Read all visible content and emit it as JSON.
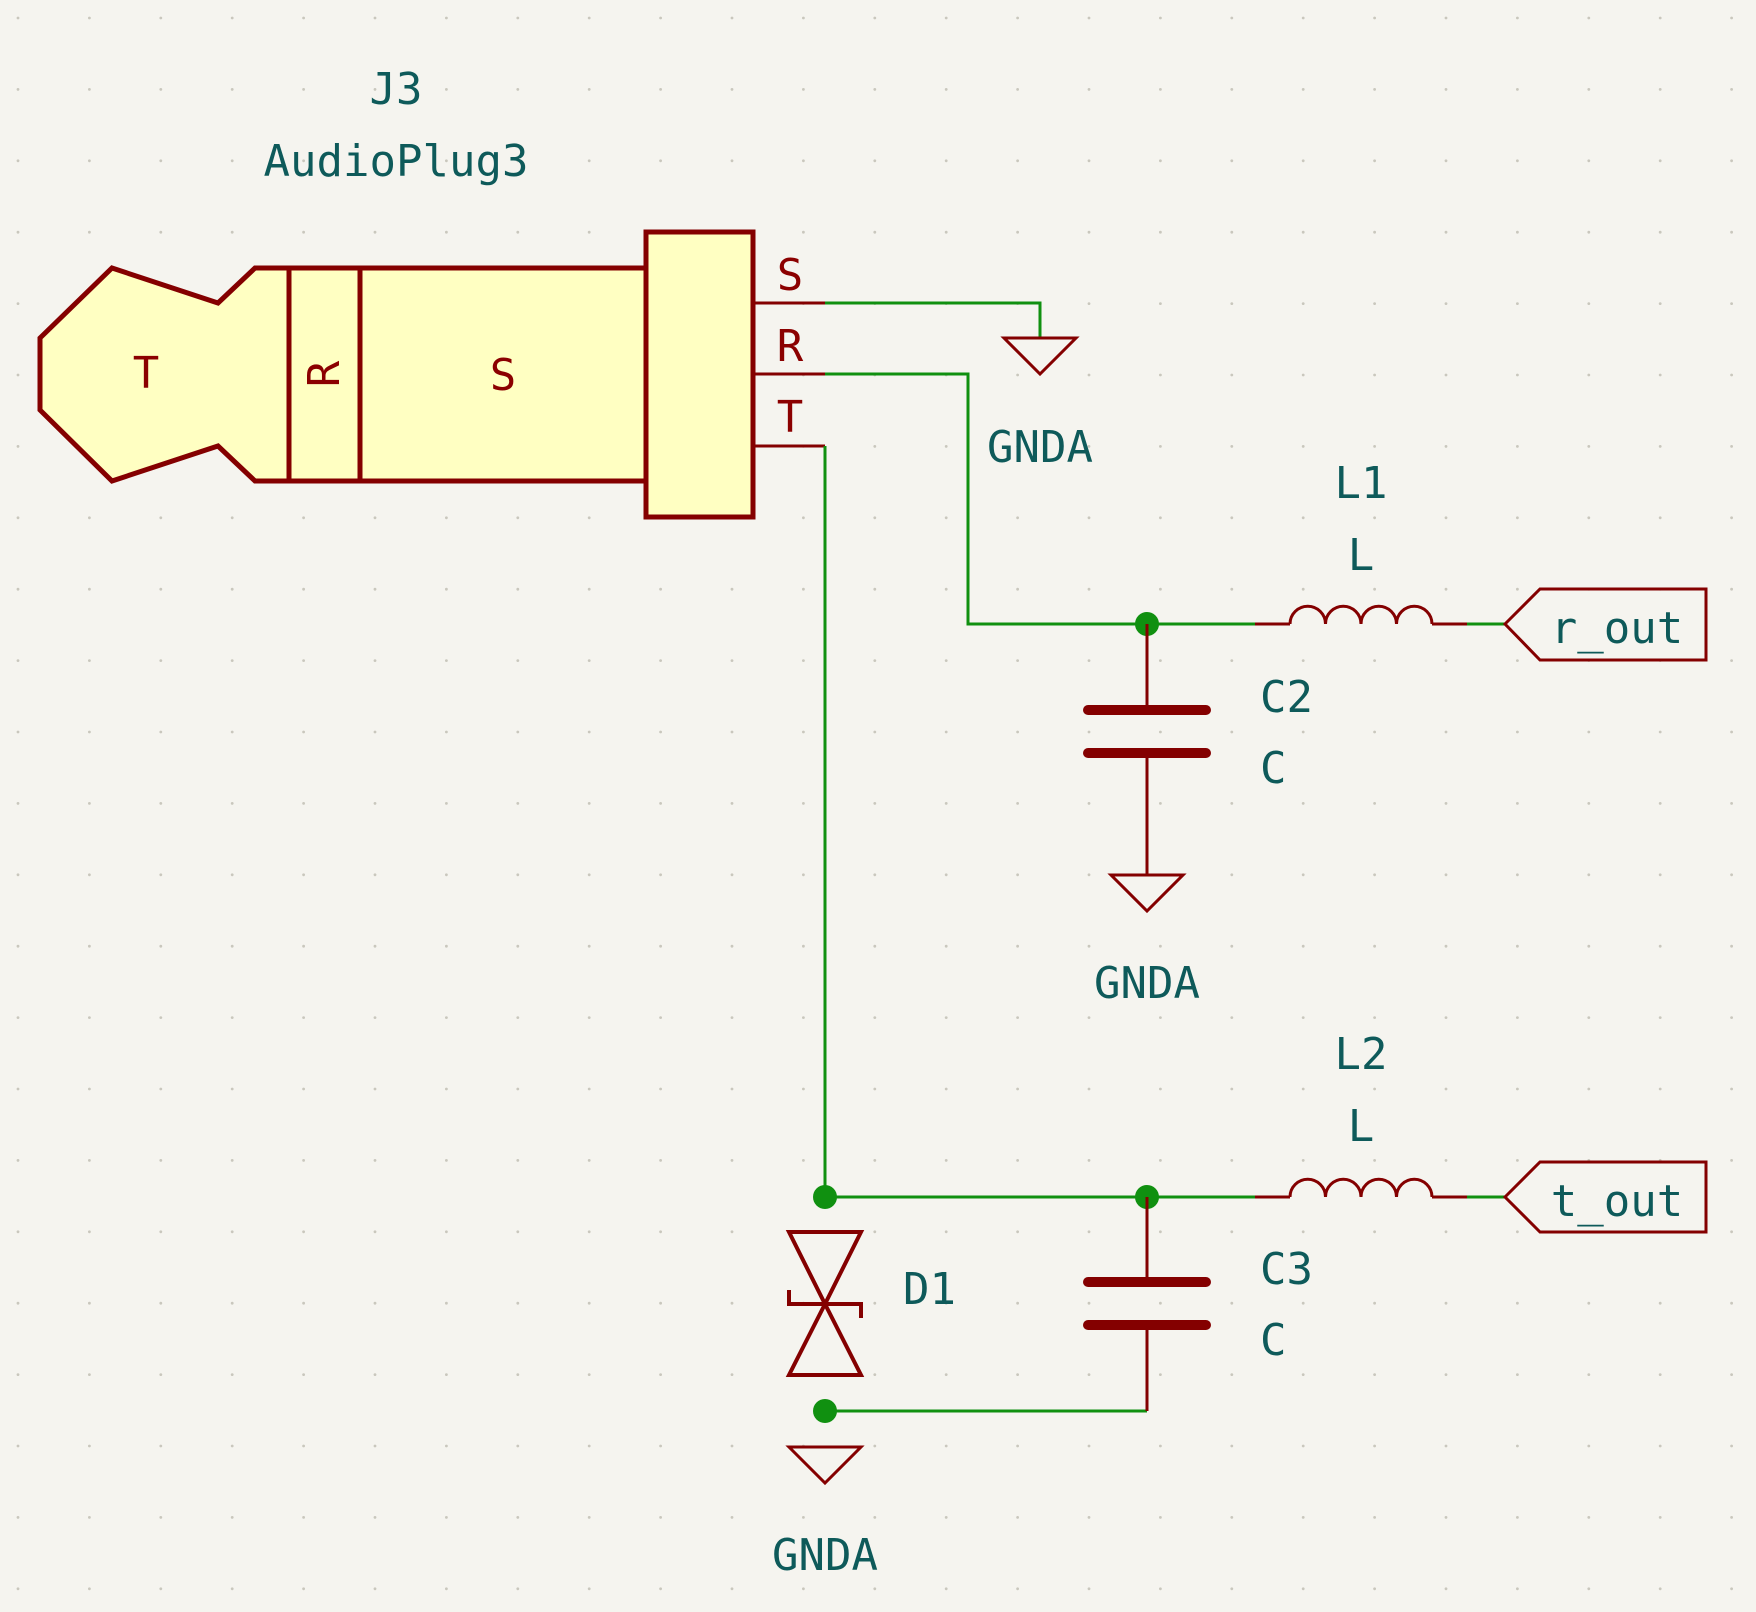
{
  "colors": {
    "background": "#f5f4ef",
    "wire": "#109010",
    "component": "#840000",
    "component_fill": "#ffffc2",
    "label_text": "#0e5a5a",
    "pin_text": "#8b0000"
  },
  "connector": {
    "reference": "J3",
    "value": "AudioPlug3",
    "body_labels": {
      "tip": "T",
      "ring": "R",
      "sleeve": "S"
    },
    "pins": {
      "sleeve": "S",
      "ring": "R",
      "tip": "T"
    }
  },
  "inductors": [
    {
      "reference": "L1",
      "value": "L"
    },
    {
      "reference": "L2",
      "value": "L"
    }
  ],
  "capacitors": [
    {
      "reference": "C2",
      "value": "C"
    },
    {
      "reference": "C3",
      "value": "C"
    }
  ],
  "diode": {
    "reference": "D1"
  },
  "power": [
    {
      "name": "GNDA"
    },
    {
      "name": "GNDA"
    },
    {
      "name": "GNDA"
    }
  ],
  "net_labels": [
    {
      "name": "r_out"
    },
    {
      "name": "t_out"
    }
  ]
}
